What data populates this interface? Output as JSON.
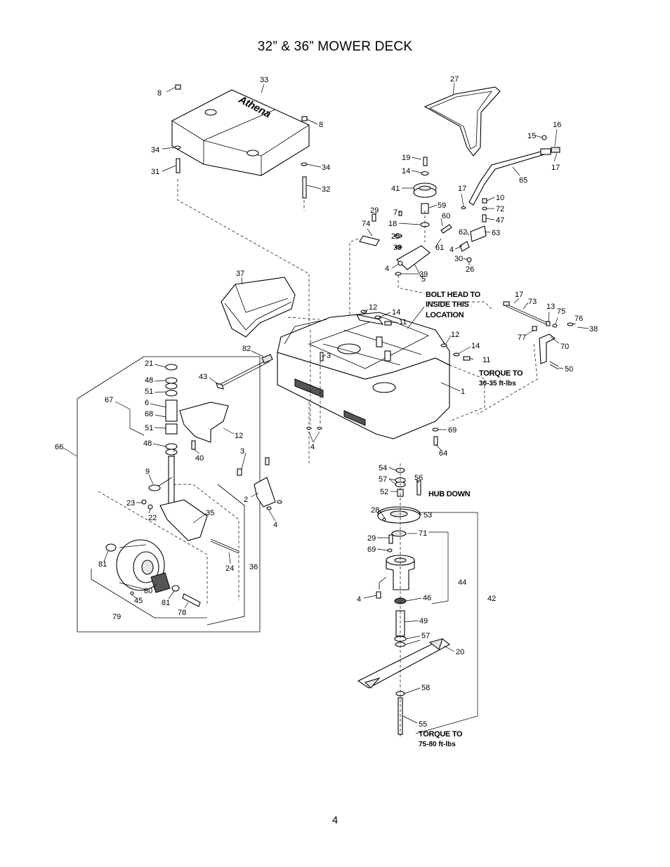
{
  "title": "32” & 36” MOWER DECK",
  "page_number": "4",
  "deck_logo": "Athena",
  "notes": {
    "bolt_head": [
      "BOLT HEAD TO",
      "INSIDE THIS",
      "LOCATION"
    ],
    "torque_deck": [
      "TORQUE TO",
      "30-35 ft-lbs"
    ],
    "hub_down": "HUB DOWN",
    "torque_blade": [
      "TORQUE TO",
      "75-80 ft-lbs"
    ]
  },
  "callouts": {
    "c8a": "8",
    "c33": "33",
    "c8b": "8",
    "c34a": "34",
    "c31": "31",
    "c34b": "34",
    "c32": "32",
    "c27": "27",
    "c16": "16",
    "c15": "15",
    "c17a": "17",
    "c65": "65",
    "c19": "19",
    "c14a": "14",
    "c41": "41",
    "c17b": "17",
    "c10": "10",
    "c72": "72",
    "c47": "47",
    "c29a": "29",
    "c7": "7",
    "c59": "59",
    "c18": "18",
    "c60": "60",
    "c74": "74",
    "c25": "25",
    "c62": "62",
    "c63": "63",
    "c39a": "39",
    "c61": "61",
    "c4a": "4",
    "c30": "30",
    "c26": "26",
    "c4b": "4",
    "c39b": "39",
    "c5": "5",
    "c37": "37",
    "c12a": "12",
    "c14b": "14",
    "c11a": "11",
    "c17c": "17",
    "c73": "73",
    "c13": "13",
    "c75": "75",
    "c76": "76",
    "c38": "38",
    "c77": "77",
    "c70": "70",
    "c12b": "12",
    "c14c": "14",
    "c11b": "11",
    "c82": "82",
    "c3a": "3",
    "c50": "50",
    "c43": "43",
    "c1": "1",
    "c21": "21",
    "c48a": "48",
    "c51a": "51",
    "c67": "67",
    "c6": "6",
    "c68": "68",
    "c51b": "51",
    "c12c": "12",
    "c48b": "48",
    "c66": "66",
    "c40": "40",
    "c4c": "4",
    "c69a": "69",
    "c64": "64",
    "c3b": "3",
    "c2": "2",
    "c4d": "4",
    "c9": "9",
    "c23": "23",
    "c22": "22",
    "c35": "35",
    "c24": "24",
    "c36": "36",
    "c81a": "81",
    "c80": "80",
    "c45": "45",
    "c81b": "81",
    "c78": "78",
    "c79": "79",
    "c54": "54",
    "c57a": "57",
    "c56": "56",
    "c52": "52",
    "c28": "28",
    "c53": "53",
    "c29b": "29",
    "c71": "71",
    "c69b": "69",
    "c44": "44",
    "c42": "42",
    "c4e": "4",
    "c46": "46",
    "c49": "49",
    "c57b": "57",
    "c20": "20",
    "c58": "58",
    "c55": "55"
  }
}
